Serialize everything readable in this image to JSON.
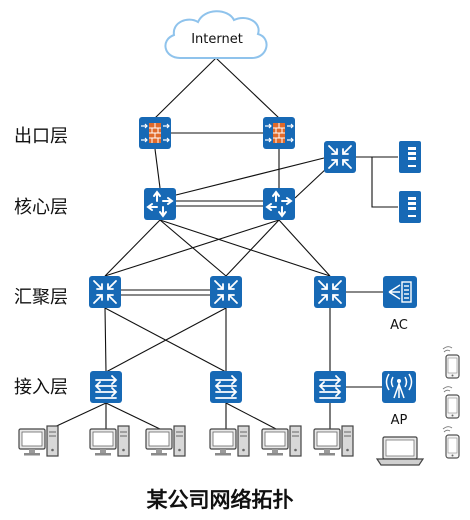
{
  "cloud": {
    "label": "Internet"
  },
  "layers": {
    "egress": "出口层",
    "core": "核心层",
    "aggregation": "汇聚层",
    "access": "接入层"
  },
  "devices": {
    "ac_label": "AC",
    "ap_label": "AP"
  },
  "caption": "某公司网络拓扑",
  "icons": {
    "firewall": "firewall-icon",
    "router": "router-icon",
    "l3_switch": "layer3-switch-icon",
    "access_switch": "access-switch-icon",
    "server": "server-icon",
    "ac": "access-controller-icon",
    "ap": "wireless-ap-icon",
    "pc": "desktop-pc-icon",
    "laptop": "laptop-icon",
    "phone": "smartphone-icon"
  },
  "colors": {
    "device_blue": "#1769b5",
    "firewall_brick": "#e06a2a",
    "screen_blue": "#2d76c3"
  }
}
